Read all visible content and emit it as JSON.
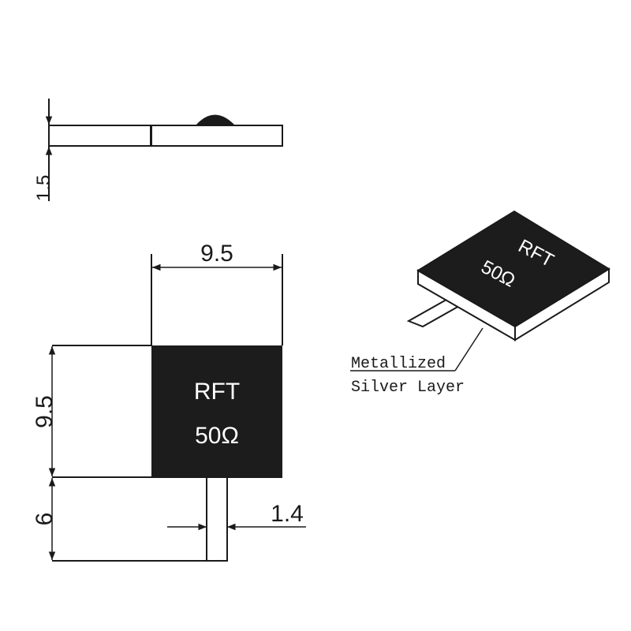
{
  "side_view": {
    "thickness_label": "1.5"
  },
  "front_view": {
    "width_label": "9.5",
    "height_label": "9.5",
    "lead_length_label": "6",
    "lead_width_label": "1.4",
    "body_line1": "RFT",
    "body_line2": "50Ω"
  },
  "iso_view": {
    "body_line1": "RFT",
    "body_line2": "50Ω",
    "callout_line1": "Metallized",
    "callout_line2": "Silver Layer"
  },
  "colors": {
    "body": "#1c1c1c",
    "line": "#1a1a1a",
    "paper": "#ffffff"
  }
}
